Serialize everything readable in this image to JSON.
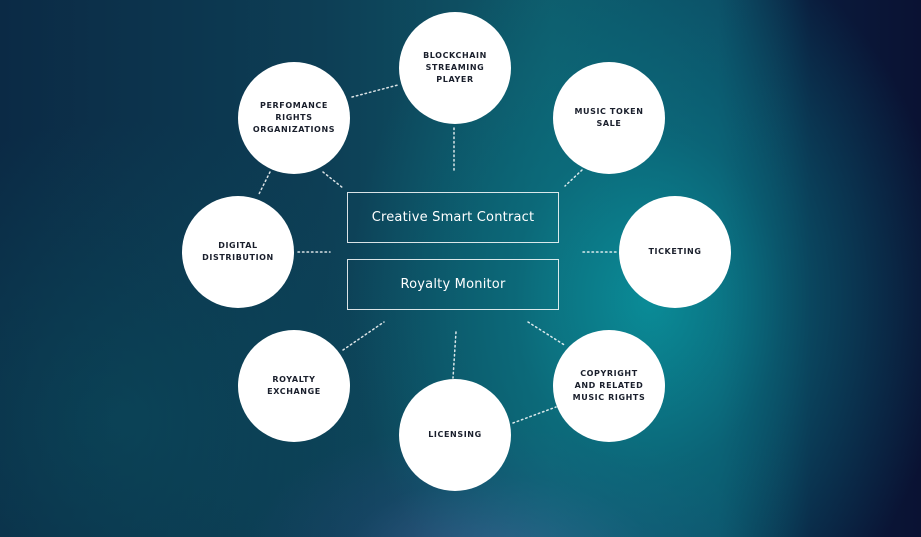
{
  "center": {
    "primary": "Creative Smart Contract",
    "secondary": "Royalty Monitor"
  },
  "nodes": {
    "blockchain_streaming_player": "BLOCKCHAIN\nSTREAMING PLAYER",
    "music_token_sale": "MUSIC TOKEN\nSALE",
    "ticketing": "TICKETING",
    "copyright_music_rights": "COPYRIGHT\nAND RELATED\nMUSIC RIGHTS",
    "licensing": "LICENSING",
    "royalty_exchange": "ROYALTY\nEXCHANGE",
    "digital_distribution": "DIGITAL\nDISTRIBUTION",
    "performance_rights_orgs": "PERFOMANCE\nRIGHTS\nORGANIZATIONS"
  },
  "colors": {
    "node_fill": "#ffffff",
    "node_text": "#1a1f2c",
    "connector": "#ffffff",
    "box_border": "#ffffff"
  }
}
